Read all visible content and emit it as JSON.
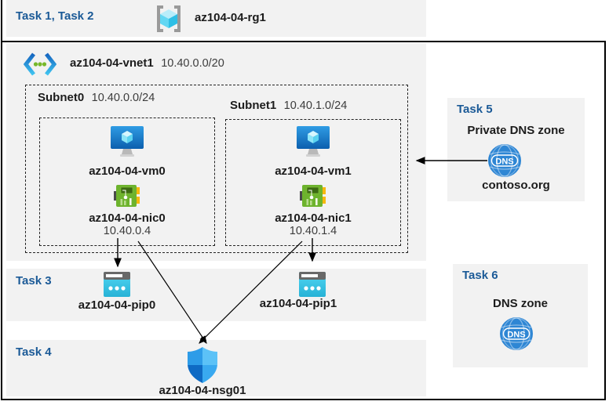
{
  "header": {
    "task_label": "Task 1, Task 2",
    "rg_name": "az104-04-rg1"
  },
  "vnet": {
    "name": "az104-04-vnet1",
    "cidr": "10.40.0.0/20",
    "subnets": [
      {
        "name": "Subnet0",
        "cidr": "10.40.0.0/24",
        "vm": "az104-04-vm0",
        "nic": "az104-04-nic0",
        "ip": "10.40.0.4"
      },
      {
        "name": "Subnet1",
        "cidr": "10.40.1.0/24",
        "vm": "az104-04-vm1",
        "nic": "az104-04-nic1",
        "ip": "10.40.1.4"
      }
    ]
  },
  "tasks": {
    "task3": {
      "label": "Task 3",
      "pip0": "az104-04-pip0",
      "pip1": "az104-04-pip1"
    },
    "task4": {
      "label": "Task 4",
      "nsg": "az104-04-nsg01"
    },
    "task5": {
      "label": "Task 5",
      "title": "Private DNS zone",
      "zone": "contoso.org"
    },
    "task6": {
      "label": "Task 6",
      "title": "DNS zone"
    }
  },
  "icons": {
    "resource_group": "resource-group-icon",
    "vnet": "virtual-network-icon",
    "vm": "virtual-machine-icon",
    "nic": "network-interface-icon",
    "pip": "public-ip-icon",
    "nsg": "network-security-group-shield-icon",
    "dns": "dns-globe-icon",
    "dns_label": "DNS"
  },
  "colors": {
    "task_label": "#1b5a97",
    "panel_bg": "#f2f2f2",
    "border": "#000000",
    "arrow": "#000000",
    "vm_blue": "#0c5fae",
    "nic_green": "#6db32d",
    "pip_cyan": "#3fc9e8",
    "dns_blue": "#2e86d4",
    "shield_blue": "#2d9ce8"
  }
}
